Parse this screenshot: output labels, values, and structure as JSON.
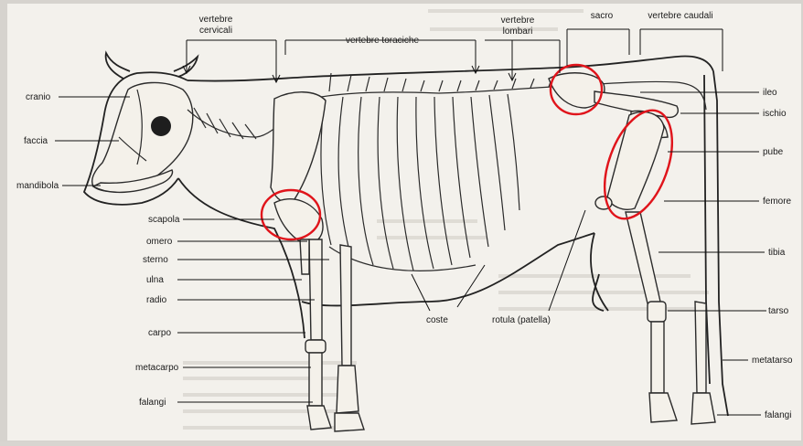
{
  "diagram": {
    "highlight_color": "#e0141b",
    "labels": {
      "vertebre_cervicali": [
        "vertebre",
        "cervicali"
      ],
      "vertebre_toraciche": "vertebre toraciche",
      "vertebre_lombari": [
        "vertebre",
        "lombari"
      ],
      "sacro": "sacro",
      "vertebre_caudali": "vertebre caudali",
      "cranio": "cranio",
      "faccia": "faccia",
      "mandibola": "mandibola",
      "scapola": "scapola",
      "omero": "omero",
      "sterno": "sterno",
      "ulna": "ulna",
      "radio": "radio",
      "carpo": "carpo",
      "metacarpo": "metacarpo",
      "falangi_front": "falangi",
      "coste": "coste",
      "rotula": "rotula (patella)",
      "ileo": "ileo",
      "ischio": "ischio",
      "pube": "pube",
      "femore": "femore",
      "tibia": "tibia",
      "tarso": "tarso",
      "metatarso": "metatarso",
      "falangi_hind": "falangi"
    }
  }
}
